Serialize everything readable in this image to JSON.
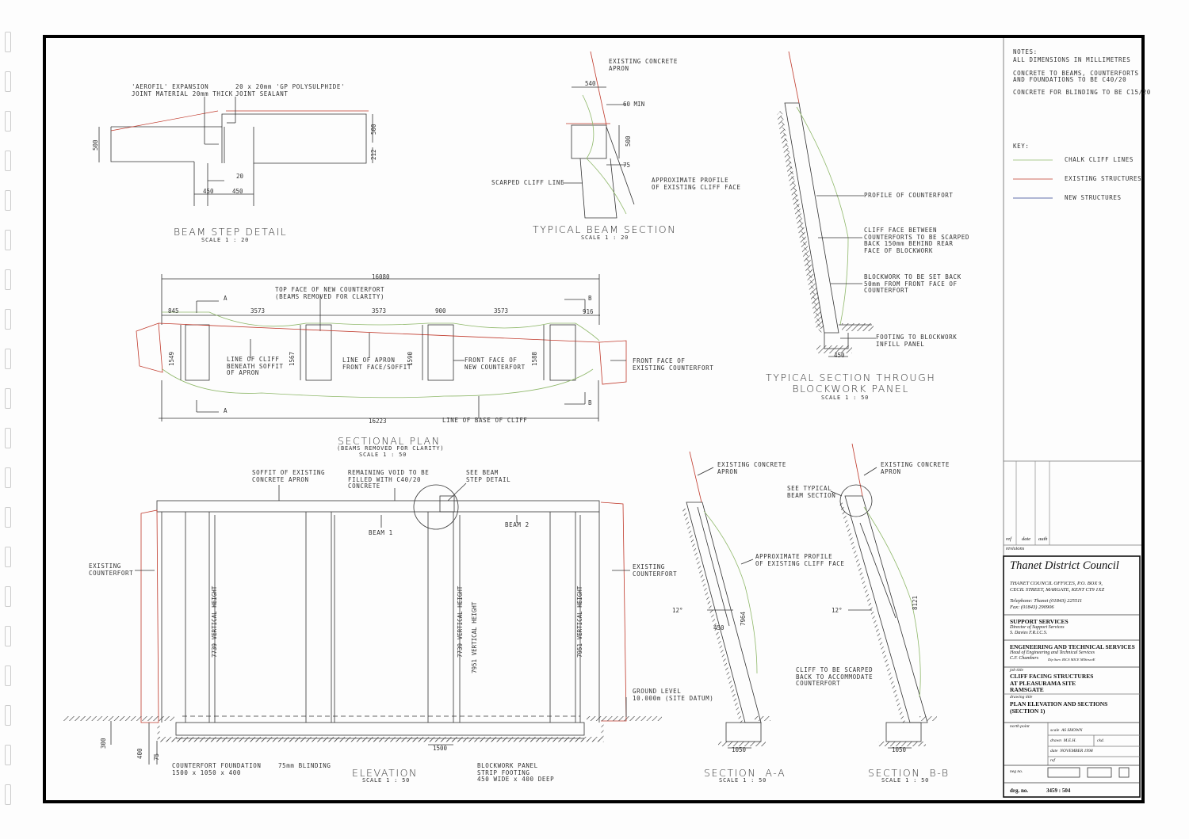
{
  "notes": {
    "heading": "NOTES:",
    "lines": [
      "ALL DIMENSIONS IN MILLIMETRES",
      "CONCRETE TO BEAMS, COUNTERFORTS",
      "AND FOUNDATIONS TO BE C40/20",
      "CONCRETE FOR BLINDING TO BE C15/20"
    ]
  },
  "key": {
    "heading": "KEY:",
    "items": [
      {
        "label": "CHALK CLIFF LINES",
        "color": "#8fb86a"
      },
      {
        "label": "EXISTING STRUCTURES",
        "color": "#c0392b"
      },
      {
        "label": "NEW STRUCTURES",
        "color": "#2c3e8f"
      }
    ]
  },
  "beam_step": {
    "title": "BEAM STEP DETAIL",
    "scale": "SCALE 1 : 20",
    "label_aerofil": "'AEROFIL' EXPANSION\nJOINT MATERIAL 20mm THICK",
    "label_sealant": "20 x 20mm 'GP POLYSULPHIDE'\nJOINT SEALANT",
    "d500a": "500",
    "d500b": "500",
    "d212": "212",
    "d20": "20",
    "d450a": "450",
    "d450b": "450"
  },
  "beam_section": {
    "title": "TYPICAL BEAM SECTION",
    "scale": "SCALE 1 : 20",
    "label_apron": "EXISTING CONCRETE\nAPRON",
    "label_scarped": "SCARPED CLIFF LINE",
    "label_profile": "APPROXIMATE PROFILE\nOF EXISTING CLIFF FACE",
    "d540": "540",
    "d60": "60 MIN",
    "d500": "500",
    "d75": "75"
  },
  "section_blockwork": {
    "title": "TYPICAL SECTION THROUGH\nBLOCKWORK PANEL",
    "scale": "SCALE 1 : 50",
    "label_profile": "PROFILE OF COUNTERFORT",
    "label_cliff": "CLIFF FACE BETWEEN\nCOUNTERFORTS TO BE SCARPED\nBACK 150mm BEHIND REAR\nFACE OF BLOCKWORK",
    "label_blockwork": "BLOCKWORK TO BE SET BACK\n50mm FROM FRONT FACE OF\nCOUNTERFORT",
    "label_footing": "FOOTING TO BLOCKWORK\nINFILL PANEL",
    "d450": "450"
  },
  "plan": {
    "title": "SECTIONAL PLAN",
    "subtitle": "(BEAMS REMOVED FOR CLARITY)",
    "scale": "SCALE 1 : 50",
    "d16080": "16080",
    "d845": "845",
    "d3573a": "3573",
    "d3573b": "3573",
    "d3573c": "3573",
    "d900": "900",
    "d916": "916",
    "d16223": "16223",
    "d1549": "1549",
    "d1567": "1567",
    "d1590": "1590",
    "d1588": "1588",
    "A": "A",
    "B": "B",
    "label_top": "TOP FACE OF NEW COUNTERFORT\n(BEAMS REMOVED FOR CLARITY)",
    "label_cliff_soffit": "LINE OF CLIFF\nBENEATH SOFFIT\nOF APRON",
    "label_apron_front": "LINE OF APRON\nFRONT FACE/SOFFIT",
    "label_front_new": "FRONT FACE OF\nNEW COUNTERFORT",
    "label_front_existing": "FRONT FACE OF\nEXISTING COUNTERFORT",
    "label_base": "LINE OF BASE OF CLIFF"
  },
  "elevation": {
    "title": "ELEVATION",
    "scale": "SCALE 1 : 50",
    "label_soffit": "SOFFIT OF EXISTING\nCONCRETE APRON",
    "label_void": "REMAINING VOID TO BE\nFILLED WITH C40/20\nCONCRETE",
    "label_see_beam": "SEE BEAM\nSTEP DETAIL",
    "beam1": "BEAM 1",
    "beam2": "BEAM 2",
    "label_exist_left": "EXISTING\nCOUNTERFORT",
    "label_exist_right": "EXISTING\nCOUNTERFORT",
    "label_ground": "GROUND LEVEL\n10.000m (SITE DATUM)",
    "h1": "7739 VERTICAL HEIGHT",
    "h2": "7739 VERTICAL HEIGHT",
    "h3": "7951 VERTICAL HEIGHT",
    "h4": "7951 VERTICAL HEIGHT",
    "d300": "300",
    "d400": "400",
    "d75": "75",
    "d1500": "1500",
    "label_foundation": "COUNTERFORT FOUNDATION\n1500 x 1050 x 400",
    "label_blinding": "75mm BLINDING",
    "label_strip": "BLOCKWORK PANEL\nSTRIP FOOTING\n450 WIDE x 400 DEEP"
  },
  "section_aa": {
    "title": "SECTION  A-A",
    "scale": "SCALE 1 : 50",
    "label_apron": "EXISTING CONCRETE\nAPRON",
    "label_profile": "APPROXIMATE PROFILE\nOF EXISTING CLIFF FACE",
    "d12": "12°",
    "d450": "450",
    "d7964": "7964",
    "d1050": "1050"
  },
  "section_bb": {
    "title": "SECTION  B-B",
    "scale": "SCALE 1 : 50",
    "label_apron": "EXISTING CONCRETE\nAPRON",
    "label_see": "SEE TYPICAL\nBEAM SECTION",
    "label_cliff": "CLIFF TO BE SCARPED\nBACK TO ACCOMMODATE\nCOUNTERFORT",
    "d12": "12°",
    "d8121": "8121",
    "d1050": "1050"
  },
  "revisions": {
    "ref": "ref",
    "date": "date",
    "auth": "auth",
    "label": "revisions"
  },
  "title_block": {
    "council": "Thanet District Council",
    "address": "THANET COUNCIL OFFICES, P.O. BOX 9,\nCECIL STREET, MARGATE, KENT CT9 1XZ",
    "phone": "Telephone: Thanet (01843) 225511\nFax: (01843) 290906",
    "support": "SUPPORT SERVICES",
    "support_sub": "Director of Support Services\nS. Davies F.R.I.C.S.",
    "eng": "ENGINEERING AND TECHNICAL SERVICES",
    "eng_sub": "Head of Engineering and Technical Services\nC.F. Chambers",
    "eng_quals": "Dip Surv. RICS MICE MIStructE",
    "job_label": "job title",
    "job": "CLIFF FACING STRUCTURES\nAT PLEASURAMA SITE\nRAMSGATE",
    "drawing_label": "drawing title",
    "drawing": "PLAN ELEVATION AND SECTIONS\n(SECTION 1)",
    "north": "north point",
    "scale": "scale  AS SHOWN",
    "drawn": "drawn  M.E.H.",
    "ckd": "ckd.",
    "date": "date  NOVEMBER 1998",
    "ref": "ref",
    "neg": "neg no.",
    "drg_label": "drg. no.",
    "drg": "3459 : 504"
  }
}
